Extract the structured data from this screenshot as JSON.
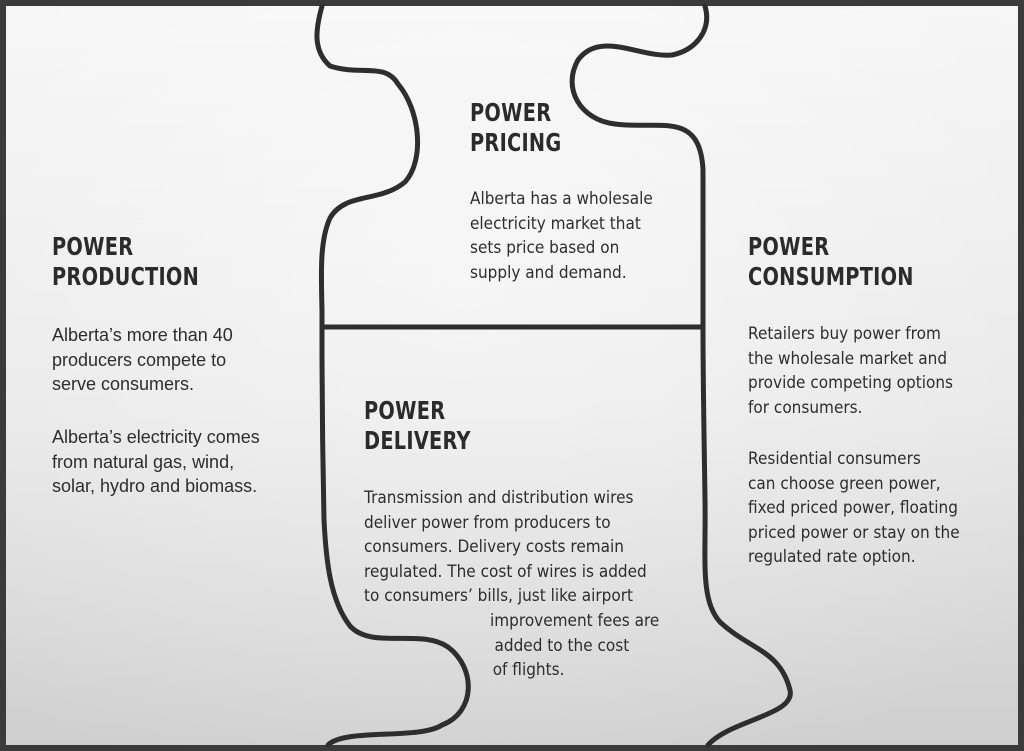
{
  "pieces": {
    "production": {
      "heading": "POWER\nPRODUCTION",
      "paragraph1": "Alberta’s more than 40\nproducers compete to\nserve consumers.",
      "paragraph2": "Alberta’s electricity comes\nfrom natural gas, wind,\nsolar, hydro and biomass."
    },
    "pricing": {
      "heading": "POWER\nPRICING",
      "paragraph": "Alberta has a wholesale\nelectricity market that\nsets price based on\nsupply and demand."
    },
    "delivery": {
      "heading": "POWER\nDELIVERY",
      "lines": [
        "Transmission and distribution wires",
        "deliver power from producers to",
        "consumers. Delivery costs remain",
        "regulated. The cost of wires is added",
        "to consumers’ bills, just like airport",
        "improvement fees are",
        "added to the cost",
        "of flights."
      ]
    },
    "consumption": {
      "heading": "POWER\nCONSUMPTION",
      "paragraph1": "Retailers buy power from\nthe wholesale market and\nprovide competing options\nfor consumers.",
      "paragraph2": "Residential consumers\ncan choose green power,\nfixed priced power, floating\npriced power or stay on the\nregulated rate option."
    }
  },
  "colors": {
    "frame": "#3b3b3b",
    "panel_light": "#f4f4f4",
    "panel_dark": "#d2d2d2",
    "outline": "#2e2e2e",
    "text": "#2d2d2d"
  }
}
